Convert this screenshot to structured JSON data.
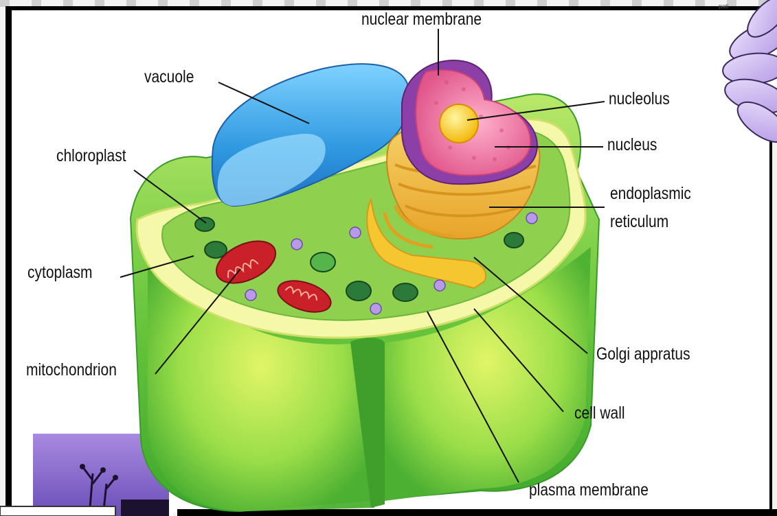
{
  "labels": {
    "nuclear_membrane": "nuclear membrane",
    "vacuole": "vacuole",
    "nucleolus": "nucleolus",
    "nucleus": "nucleus",
    "chloroplast": "chloroplast",
    "endoplasmic_reticulum_1": "endoplasmic",
    "endoplasmic_reticulum_2": "reticulum",
    "cytoplasm": "cytoplasm",
    "mitochondrion": "mitochondrion",
    "golgi": "Golgi appratus",
    "cell_wall": "cell wall",
    "plasma_membrane": "plasma membrane"
  },
  "corner_text": "pati",
  "colors": {
    "cell_wall": "#5cc23a",
    "cytoplasm": "#8fd14f",
    "vacuole": "#3aa7e6",
    "nucleus": "#f07aa8",
    "nuclear_membrane": "#8d3fa8",
    "nucleolus": "#ffd21a",
    "endoplasmic_reticulum": "#f5c24a",
    "mitochondrion": "#c9202a",
    "chloroplast": "#2c7a3a",
    "flower": "#c9b4ee",
    "photo": "#7a5cc4"
  }
}
